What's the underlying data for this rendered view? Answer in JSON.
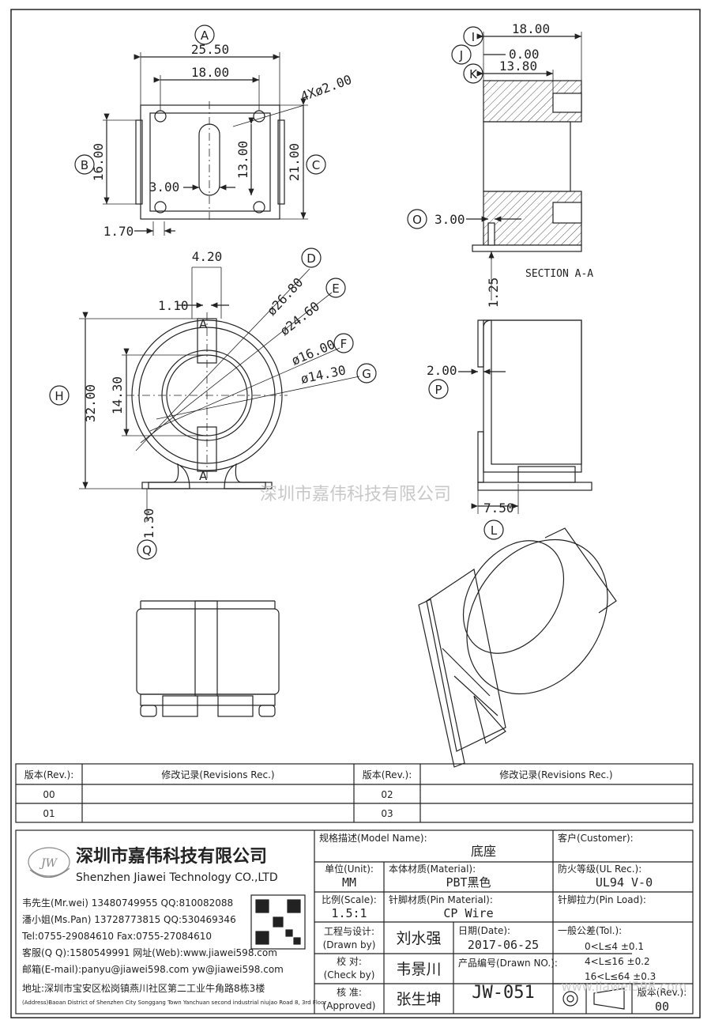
{
  "drawing": {
    "top_view": {
      "label_a": "A",
      "label_b": "B",
      "label_c": "C",
      "dim_width": "25.50",
      "dim_pin_span": "18.00",
      "dim_holes": "4Xø2.00",
      "dim_height": "16.00",
      "dim_slot": "13.00",
      "dim_total_h": "21.00",
      "dim_slot_w": "3.00",
      "dim_pin_w": "1.70"
    },
    "section": {
      "label_i": "I",
      "label_j": "J",
      "label_k": "K",
      "label_o": "O",
      "dim_i": "18.00",
      "dim_j": "0.00",
      "dim_k": "13.80",
      "dim_o": "3.00",
      "dim_pin": "1.25",
      "caption": "SECTION A-A"
    },
    "front_view": {
      "label_d": "D",
      "label_e": "E",
      "label_f": "F",
      "label_g": "G",
      "label_h": "H",
      "label_q": "Q",
      "dim_top": "4.20",
      "dim_slot": "1.10",
      "dim_d": "ø26.80",
      "dim_e": "ø24.60",
      "dim_f": "ø16.00",
      "dim_g": "ø14.30",
      "dim_h": "32.00",
      "dim_inner": "14.30",
      "dim_q": "1.30",
      "section_mark": "A"
    },
    "side_view": {
      "label_p": "P",
      "label_l": "L",
      "dim_p": "2.00",
      "dim_l": "7.50"
    },
    "watermark": "深圳市嘉伟科技有限公司"
  },
  "revisions": {
    "header_rev": "版本(Rev.):",
    "header_rec": "修改记录(Revisions Rec.)",
    "rows": [
      "00",
      "01",
      "02",
      "03"
    ]
  },
  "company": {
    "logo": "JW",
    "name_cn": "深圳市嘉伟科技有限公司",
    "name_en": "Shenzhen Jiawei Technology CO.,LTD",
    "contacts": [
      "韦先生(Mr.wei) 13480749955 QQ:810082088",
      "潘小姐(Ms.Pan) 13728773815 QQ:530469346",
      "Tel:0755-29084610      Fax:0755-27084610",
      "客服(Q Q):1580549991   网址(Web):www.jiawei598.com",
      "邮箱(E-mail):panyu@jiawei598.com  yw@jiawei598.com"
    ],
    "address_cn": "地址:深圳市宝安区松岗镇燕川社区第二工业牛角路8栋3楼",
    "address_en": "(Address)Baoan District of Shenzhen City Songgang Town Yanchuan  second industrial niujao Road 8, 3rd Floor"
  },
  "title_block": {
    "model_label": "规格描述(Model Name):",
    "model_value": "底座",
    "customer_label": "客户(Customer):",
    "unit_label": "单位(Unit):",
    "unit_value": "MM",
    "material_label": "本体材质(Material):",
    "material_value": "PBT黑色",
    "ul_label": "防火等级(UL Rec.):",
    "ul_value": "UL94 V-0",
    "scale_label": "比例(Scale):",
    "scale_value": "1.5:1",
    "pin_material_label": "针脚材质(Pin Material):",
    "pin_material_value": "CP Wire",
    "pin_load_label": "针脚拉力(Pin Load):",
    "drawn_label_cn": "工程与设计:",
    "drawn_label_en": "(Drawn by)",
    "drawn_value": "刘水强",
    "date_label": "日期(Date):",
    "date_value": "2017-06-25",
    "tol_label": "一般公差(Tol.):",
    "tol_rows": [
      "0<L≤4     ±0.1",
      "4<L≤16    ±0.2",
      "16<L≤64  ±0.3"
    ],
    "check_label_cn": "校   对:",
    "check_label_en": "(Check by)",
    "check_value": "韦景川",
    "drawn_no_label": "产品编号(Drawn NO.):",
    "drawn_no_value": "JW-051",
    "approve_label_cn": "核   准:",
    "approve_label_en": "(Approved)",
    "approve_value": "张生坤",
    "rev_label": "版本(Rev.):",
    "rev_value": "00",
    "watermark_url": "www.jiawei598.com"
  }
}
